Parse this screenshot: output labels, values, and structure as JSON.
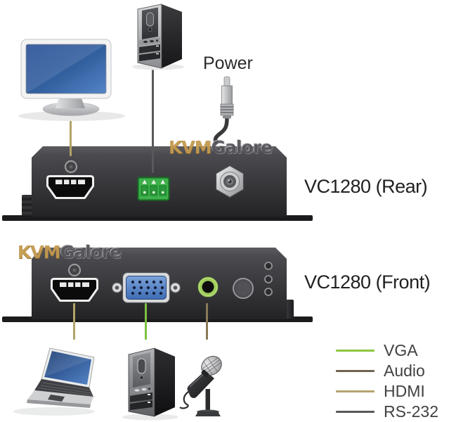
{
  "diagram": {
    "background": "#ffffff",
    "power_label": "Power",
    "rear_unit": {
      "title": "VC1280 (Rear)",
      "ports": [
        "hdmi-port",
        "rs232-terminal-block",
        "dc-power-jack"
      ]
    },
    "front_unit": {
      "title": "VC1280 (Front)",
      "ports": [
        "hdmi-port",
        "vga-port",
        "audio-jack",
        "pushbutton",
        "led-indicators"
      ]
    },
    "watermark": {
      "part1": "KVM",
      "part2": "Galore",
      "part1_color": "#c49a4e",
      "part2_color": "#55555a"
    },
    "top_icons": [
      "monitor-icon",
      "desktop-pc-icon",
      "dc-power-plug-icon"
    ],
    "bottom_icons": [
      "laptop-icon",
      "desktop-pc-icon",
      "microphone-icon"
    ],
    "connections": {
      "monitor_hdmi_color": "#b3a269",
      "pc_rs232_color": "#58595b",
      "laptop_hdmi_color": "#b3a269",
      "pc_vga_color": "#7cc142",
      "mic_audio_color": "#8a7a58"
    },
    "legend": {
      "items": [
        {
          "label": "VGA",
          "color": "#8cc63f"
        },
        {
          "label": "Audio",
          "color": "#6f6451"
        },
        {
          "label": "HDMI",
          "color": "#b5a470"
        },
        {
          "label": "RS-232",
          "color": "#58595b"
        }
      ]
    }
  }
}
